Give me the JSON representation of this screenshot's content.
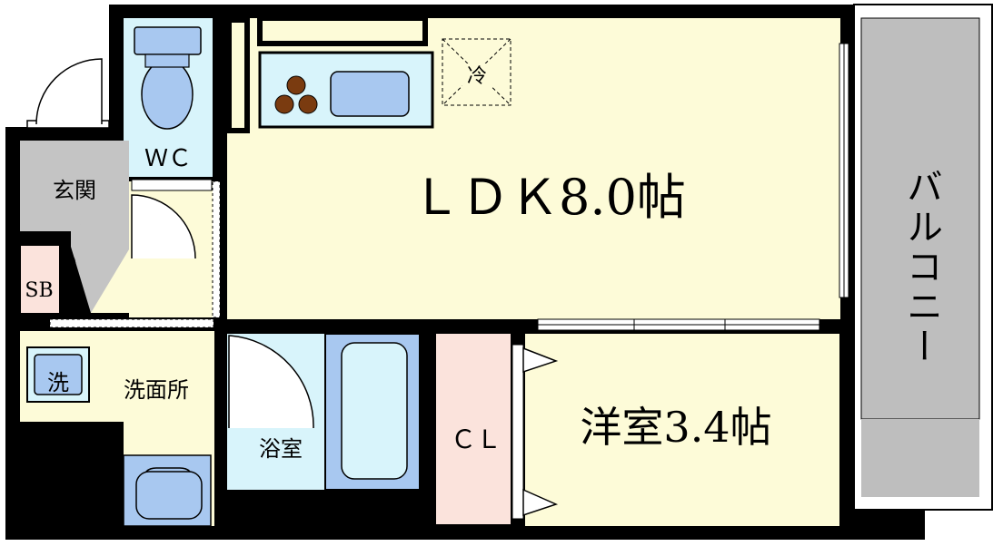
{
  "rooms": {
    "ldk": "ＬＤＫ8.0帖",
    "western_room": "洋室3.4帖",
    "balcony": "バルコニー",
    "wc": "ＷＣ",
    "entrance": "玄関",
    "shoe_box": "SB",
    "washroom": "洗面所",
    "bathroom": "浴室",
    "closet": "ＣＬ"
  },
  "fixtures": {
    "fridge": "冷",
    "washer": "洗"
  },
  "colors": {
    "wall": "#000000",
    "floor_room": "#fdfbd8",
    "wet_area": "#d8f4fb",
    "fixture_blue": "#a8c8f0",
    "balcony": "#bebebe",
    "entrance": "#c4c4c4",
    "closet": "#fbe3dc",
    "stove": "#7a3b10"
  }
}
